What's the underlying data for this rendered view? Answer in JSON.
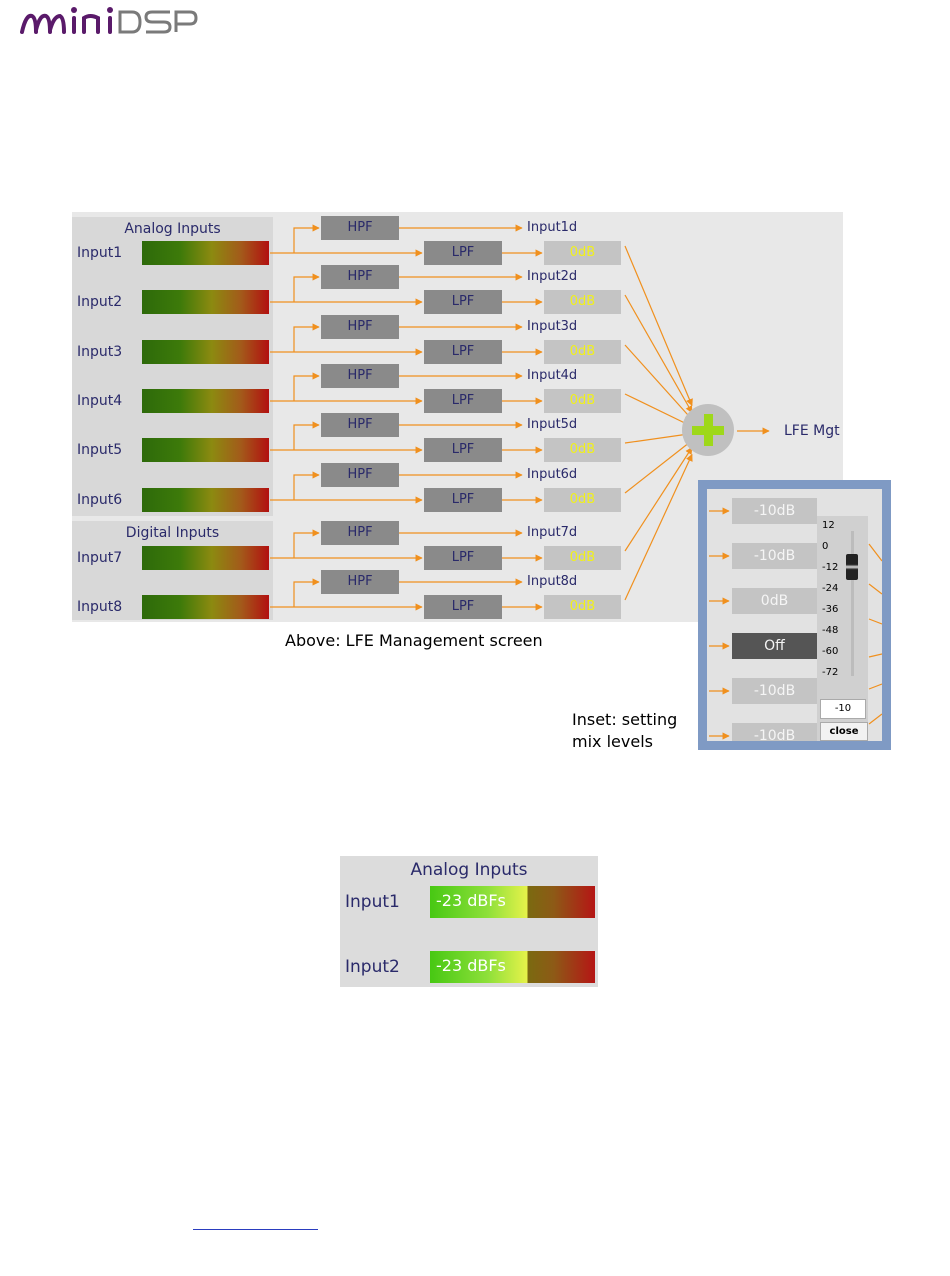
{
  "brand": {
    "logo_text": "miniDSP",
    "color": "#5a1a6a"
  },
  "lfe_screen": {
    "analog_title": "Analog Inputs",
    "digital_title": "Digital Inputs",
    "hpf_label": "HPF",
    "lpf_label": "LPF",
    "output_label": "LFE Mgt",
    "inputs": [
      {
        "label": "Input1",
        "route": "Input1d",
        "level": "0dB"
      },
      {
        "label": "Input2",
        "route": "Input2d",
        "level": "0dB"
      },
      {
        "label": "Input3",
        "route": "Input3d",
        "level": "0dB"
      },
      {
        "label": "Input4",
        "route": "Input4d",
        "level": "0dB"
      },
      {
        "label": "Input5",
        "route": "Input5d",
        "level": "0dB"
      },
      {
        "label": "Input6",
        "route": "Input6d",
        "level": "0dB"
      },
      {
        "label": "Input7",
        "route": "Input7d",
        "level": "0dB"
      },
      {
        "label": "Input8",
        "route": "Input8d",
        "level": "0dB"
      }
    ],
    "colors": {
      "wire": "#f0901e",
      "sum": "#9ed81a"
    }
  },
  "captions": {
    "main": "Above: LFE Management screen",
    "inset_line1": "Inset: setting",
    "inset_line2": "mix levels"
  },
  "inset": {
    "levels": [
      "-10dB",
      "-10dB",
      "0dB",
      "Off",
      "-10dB",
      "-10dB"
    ],
    "ticks": [
      "12",
      "0",
      "-12",
      "-24",
      "-36",
      "-48",
      "-60",
      "-72"
    ],
    "slider_value": "-10",
    "close_label": "close"
  },
  "meter_panel": {
    "title": "Analog Inputs",
    "rows": [
      {
        "label": "Input1",
        "reading": "-23 dBFs"
      },
      {
        "label": "Input2",
        "reading": "-23 dBFs"
      }
    ]
  }
}
